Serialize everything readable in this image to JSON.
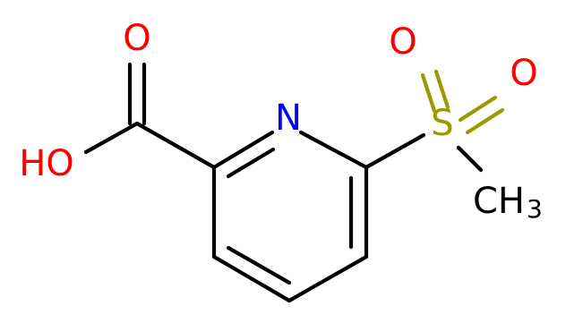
{
  "molecule": {
    "atoms": {
      "carbonyl_oxygen": {
        "label": "O",
        "color": "#ff0000"
      },
      "hydroxyl": {
        "label": "HO",
        "color": "#ff0000"
      },
      "ring_nitrogen": {
        "label": "N",
        "color": "#0000ff"
      },
      "sulfur": {
        "label": "S",
        "color": "#999900"
      },
      "sulfonyl_oxygen_top": {
        "label": "O",
        "color": "#ff0000"
      },
      "sulfonyl_oxygen_right": {
        "label": "O",
        "color": "#ff0000"
      },
      "methyl": {
        "label": "CH",
        "subscript": "3",
        "color": "#000000"
      }
    }
  }
}
